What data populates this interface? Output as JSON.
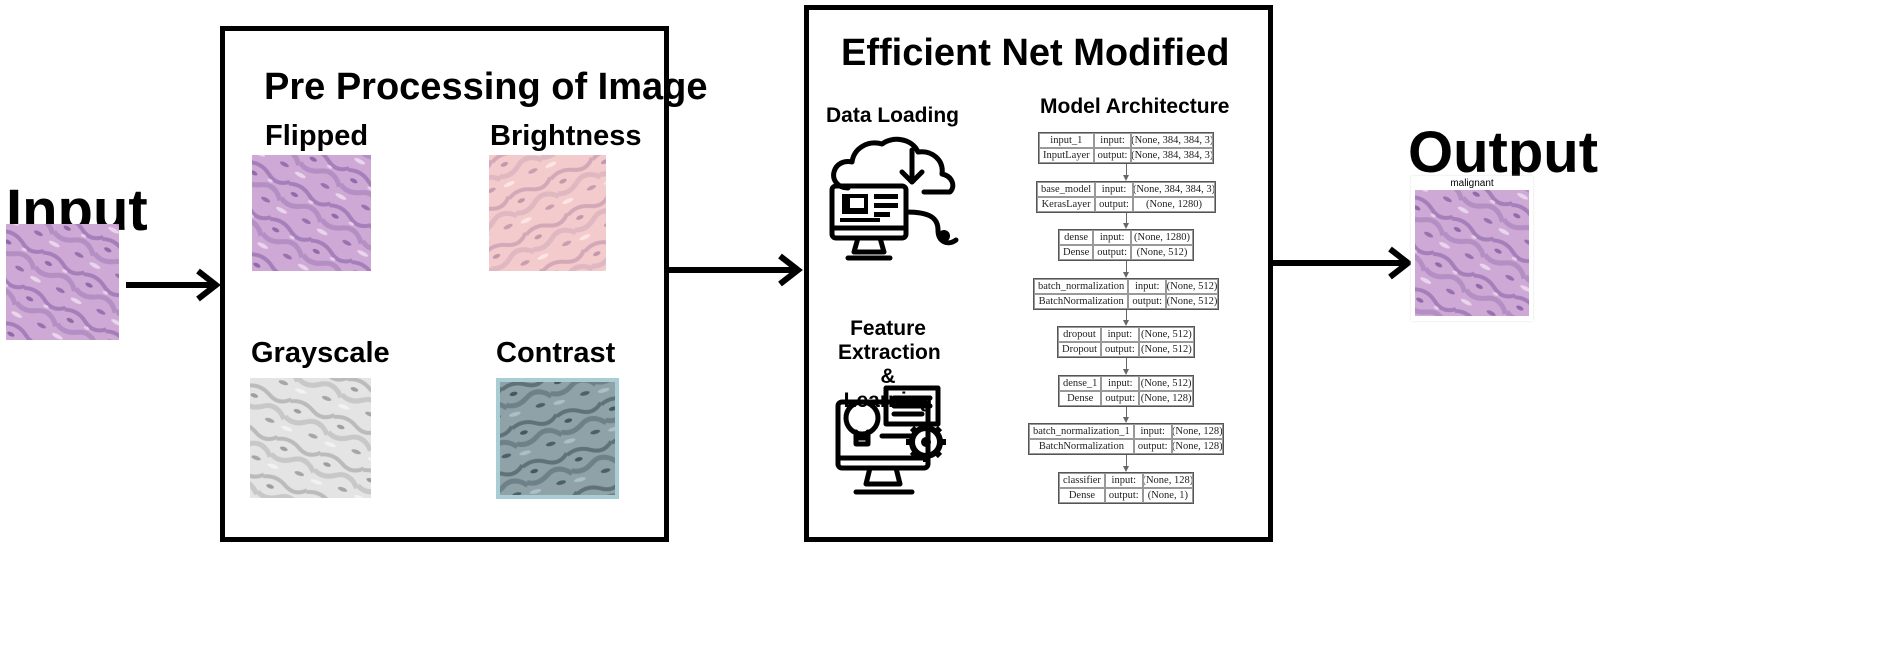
{
  "input": {
    "label": "Input"
  },
  "preprocessing": {
    "title": "Pre Processing of Image",
    "items": [
      {
        "label": "Flipped",
        "style": "h-e stain"
      },
      {
        "label": "Brightness",
        "style": "brightened"
      },
      {
        "label": "Grayscale",
        "style": "grayscale"
      },
      {
        "label": "Contrast",
        "style": "high contrast"
      }
    ]
  },
  "model": {
    "title": "Efficient Net Modified",
    "data_loading": "Data Loading",
    "feature_extraction": "Feature Extraction & Learning",
    "architecture_title": "Model Architecture",
    "layers": [
      {
        "name": "input_1",
        "type": "InputLayer",
        "in_label": "input:",
        "out_label": "output:",
        "input": "[(None, 384, 384, 3)]",
        "output": "[(None, 384, 384, 3)]"
      },
      {
        "name": "base_model",
        "type": "KerasLayer",
        "in_label": "input:",
        "out_label": "output:",
        "input": "(None, 384, 384, 3)",
        "output": "(None, 1280)"
      },
      {
        "name": "dense",
        "type": "Dense",
        "in_label": "input:",
        "out_label": "output:",
        "input": "(None, 1280)",
        "output": "(None, 512)"
      },
      {
        "name": "batch_normalization",
        "type": "BatchNormalization",
        "in_label": "input:",
        "out_label": "output:",
        "input": "(None, 512)",
        "output": "(None, 512)"
      },
      {
        "name": "dropout",
        "type": "Dropout",
        "in_label": "input:",
        "out_label": "output:",
        "input": "(None, 512)",
        "output": "(None, 512)"
      },
      {
        "name": "dense_1",
        "type": "Dense",
        "in_label": "input:",
        "out_label": "output:",
        "input": "(None, 512)",
        "output": "(None, 128)"
      },
      {
        "name": "batch_normalization_1",
        "type": "BatchNormalization",
        "in_label": "input:",
        "out_label": "output:",
        "input": "(None, 128)",
        "output": "(None, 128)"
      },
      {
        "name": "classifier",
        "type": "Dense",
        "in_label": "input:",
        "out_label": "output:",
        "input": "(None, 128)",
        "output": "(None, 1)"
      }
    ]
  },
  "output": {
    "label": "Output",
    "prediction": "malignant"
  },
  "colors": {
    "he_base": "#c8a2d0",
    "he_dark": "#8e6aa8",
    "bright_base": "#f2c4c8",
    "bright_dark": "#c99aac",
    "gray_base": "#e2e2e2",
    "gray_dark": "#9e9e9e",
    "contrast_base": "#8fa4aa",
    "contrast_dark": "#4d5f66",
    "contrast_border": "#a9cdd5"
  }
}
